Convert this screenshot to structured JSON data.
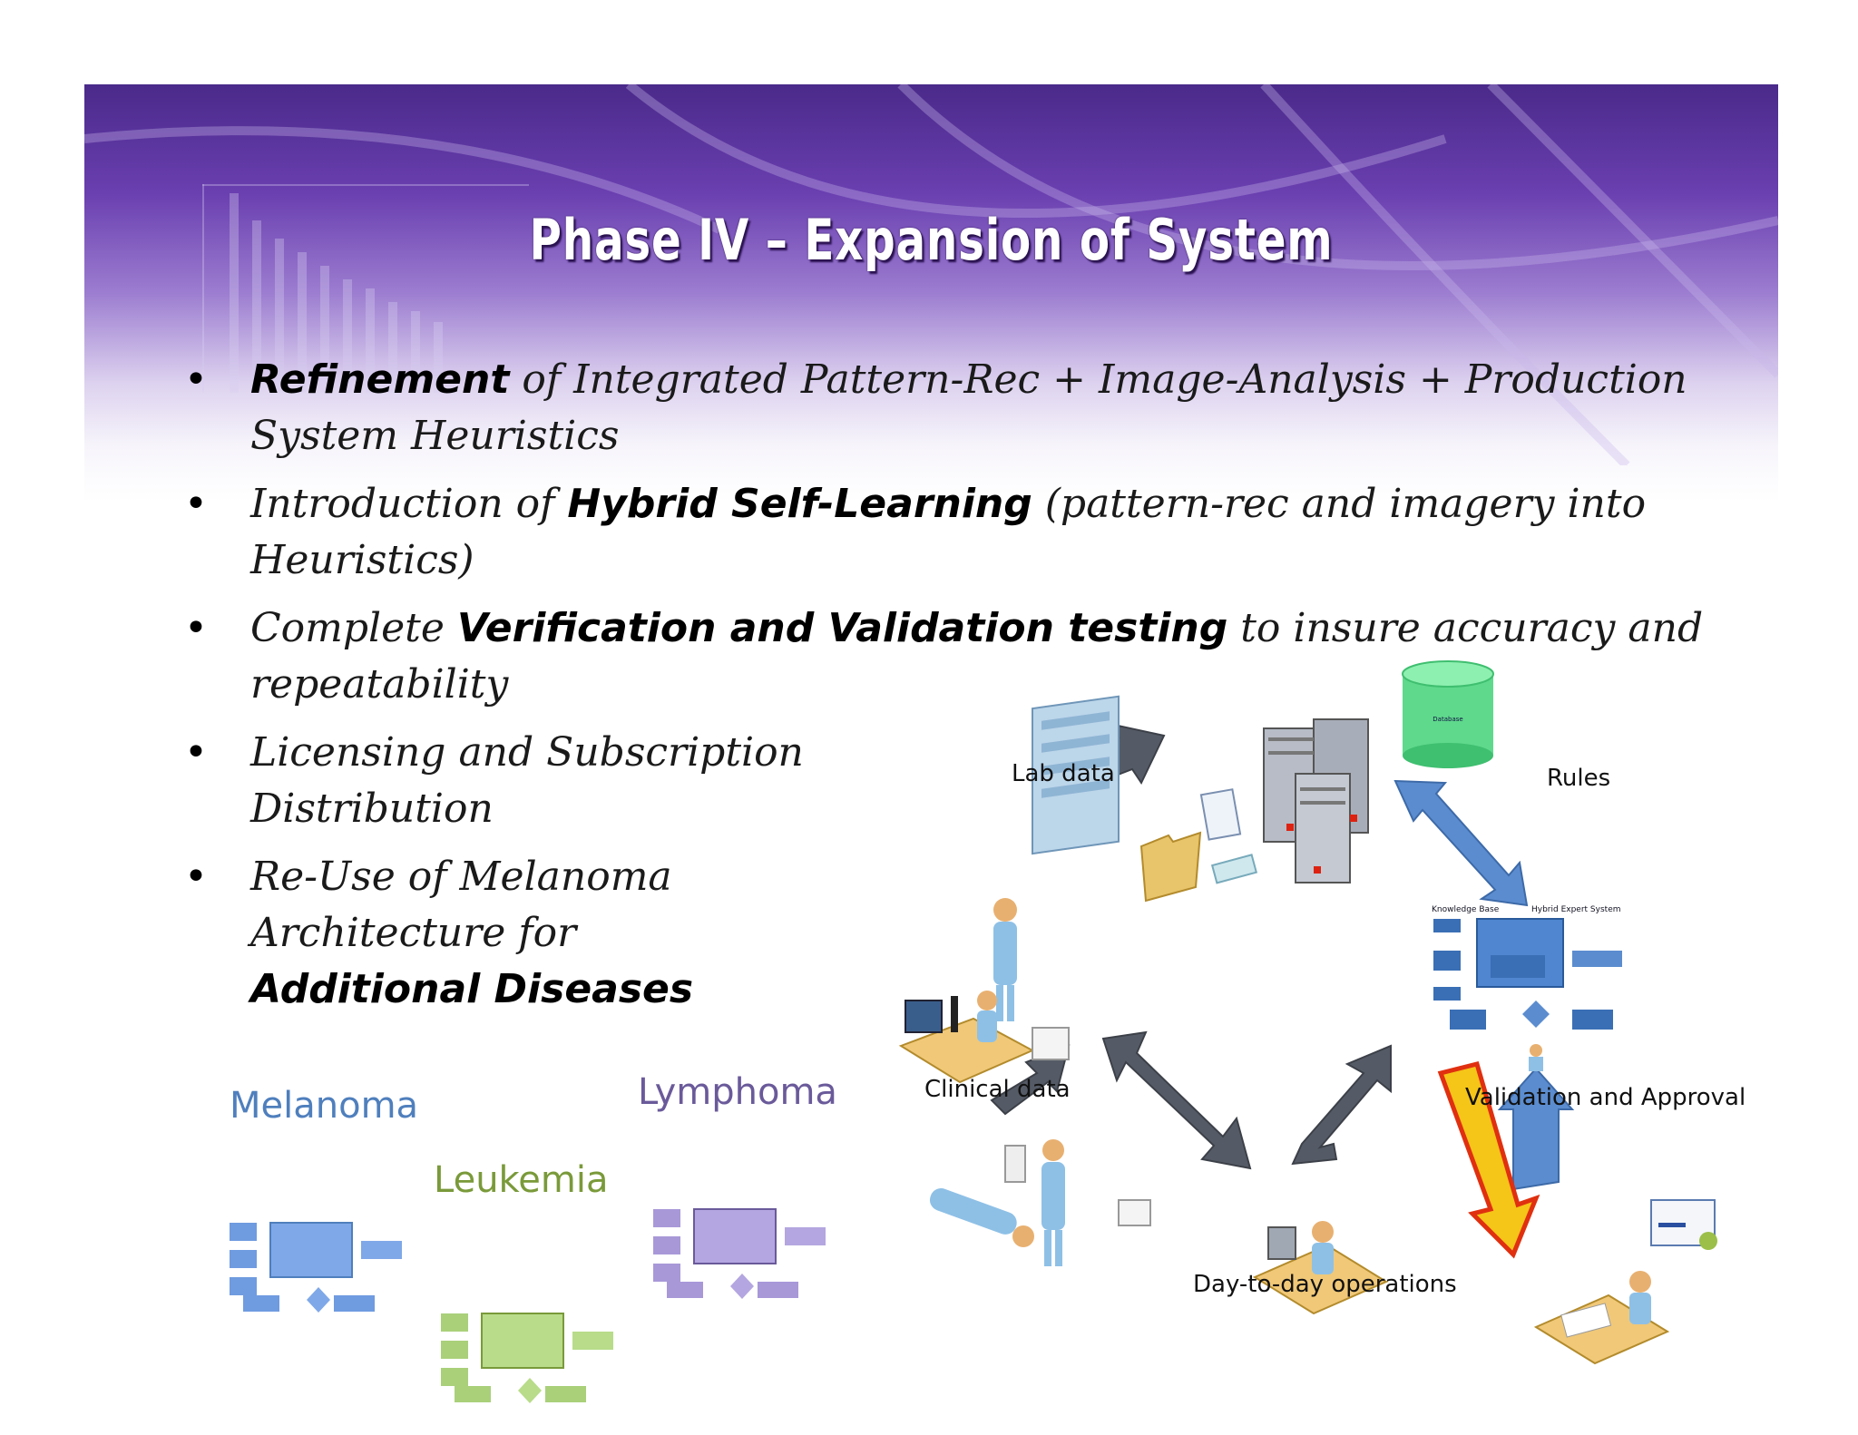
{
  "title": "Phase IV – Expansion of System",
  "bullets": [
    {
      "lines": [
        [
          {
            "t": "Refinement",
            "b": true
          },
          {
            "t": " of Integrated Pattern-Rec + Image-Analysis + Production",
            "b": false
          }
        ],
        [
          {
            "t": "System Heuristics",
            "b": false
          }
        ]
      ]
    },
    {
      "lines": [
        [
          {
            "t": "Introduction of ",
            "b": false
          },
          {
            "t": "Hybrid Self-Learning",
            "b": true
          },
          {
            "t": " (pattern-rec and imagery into",
            "b": false
          }
        ],
        [
          {
            "t": "Heuristics)",
            "b": false
          }
        ]
      ]
    },
    {
      "lines": [
        [
          {
            "t": "Complete ",
            "b": false
          },
          {
            "t": "Verification and Validation testing",
            "b": true
          },
          {
            "t": " to insure accuracy and",
            "b": false
          }
        ],
        [
          {
            "t": "repeatability",
            "b": false
          }
        ]
      ]
    },
    {
      "lines": [
        [
          {
            "t": "Licensing and Subscription",
            "b": false
          }
        ],
        [
          {
            "t": "Distribution",
            "b": false
          }
        ]
      ]
    },
    {
      "lines": [
        [
          {
            "t": "Re-Use of Melanoma",
            "b": false
          }
        ],
        [
          {
            "t": "Architecture for",
            "b": false
          }
        ],
        [
          {
            "t": "Additional Diseases",
            "b": true
          }
        ]
      ]
    }
  ],
  "diagram": {
    "lab_data": "Lab data",
    "rules": "Rules",
    "clinical_data": "Clinical data",
    "validation": "Validation and Approval",
    "day_to_day": "Day-to-day operations",
    "database": "Database",
    "knowledge_base": "Knowledge Base",
    "hybrid_expert": "Hybrid Expert System"
  },
  "diseases": {
    "melanoma": "Melanoma",
    "leukemia": "Leukemia",
    "lymphoma": "Lymphoma"
  },
  "colors": {
    "melanoma": "#4f7fbd",
    "leukemia": "#7a9a3a",
    "lymphoma": "#6a5a9a",
    "arrow_dark": "#555b66",
    "arrow_blue": "#5b8ccf"
  }
}
